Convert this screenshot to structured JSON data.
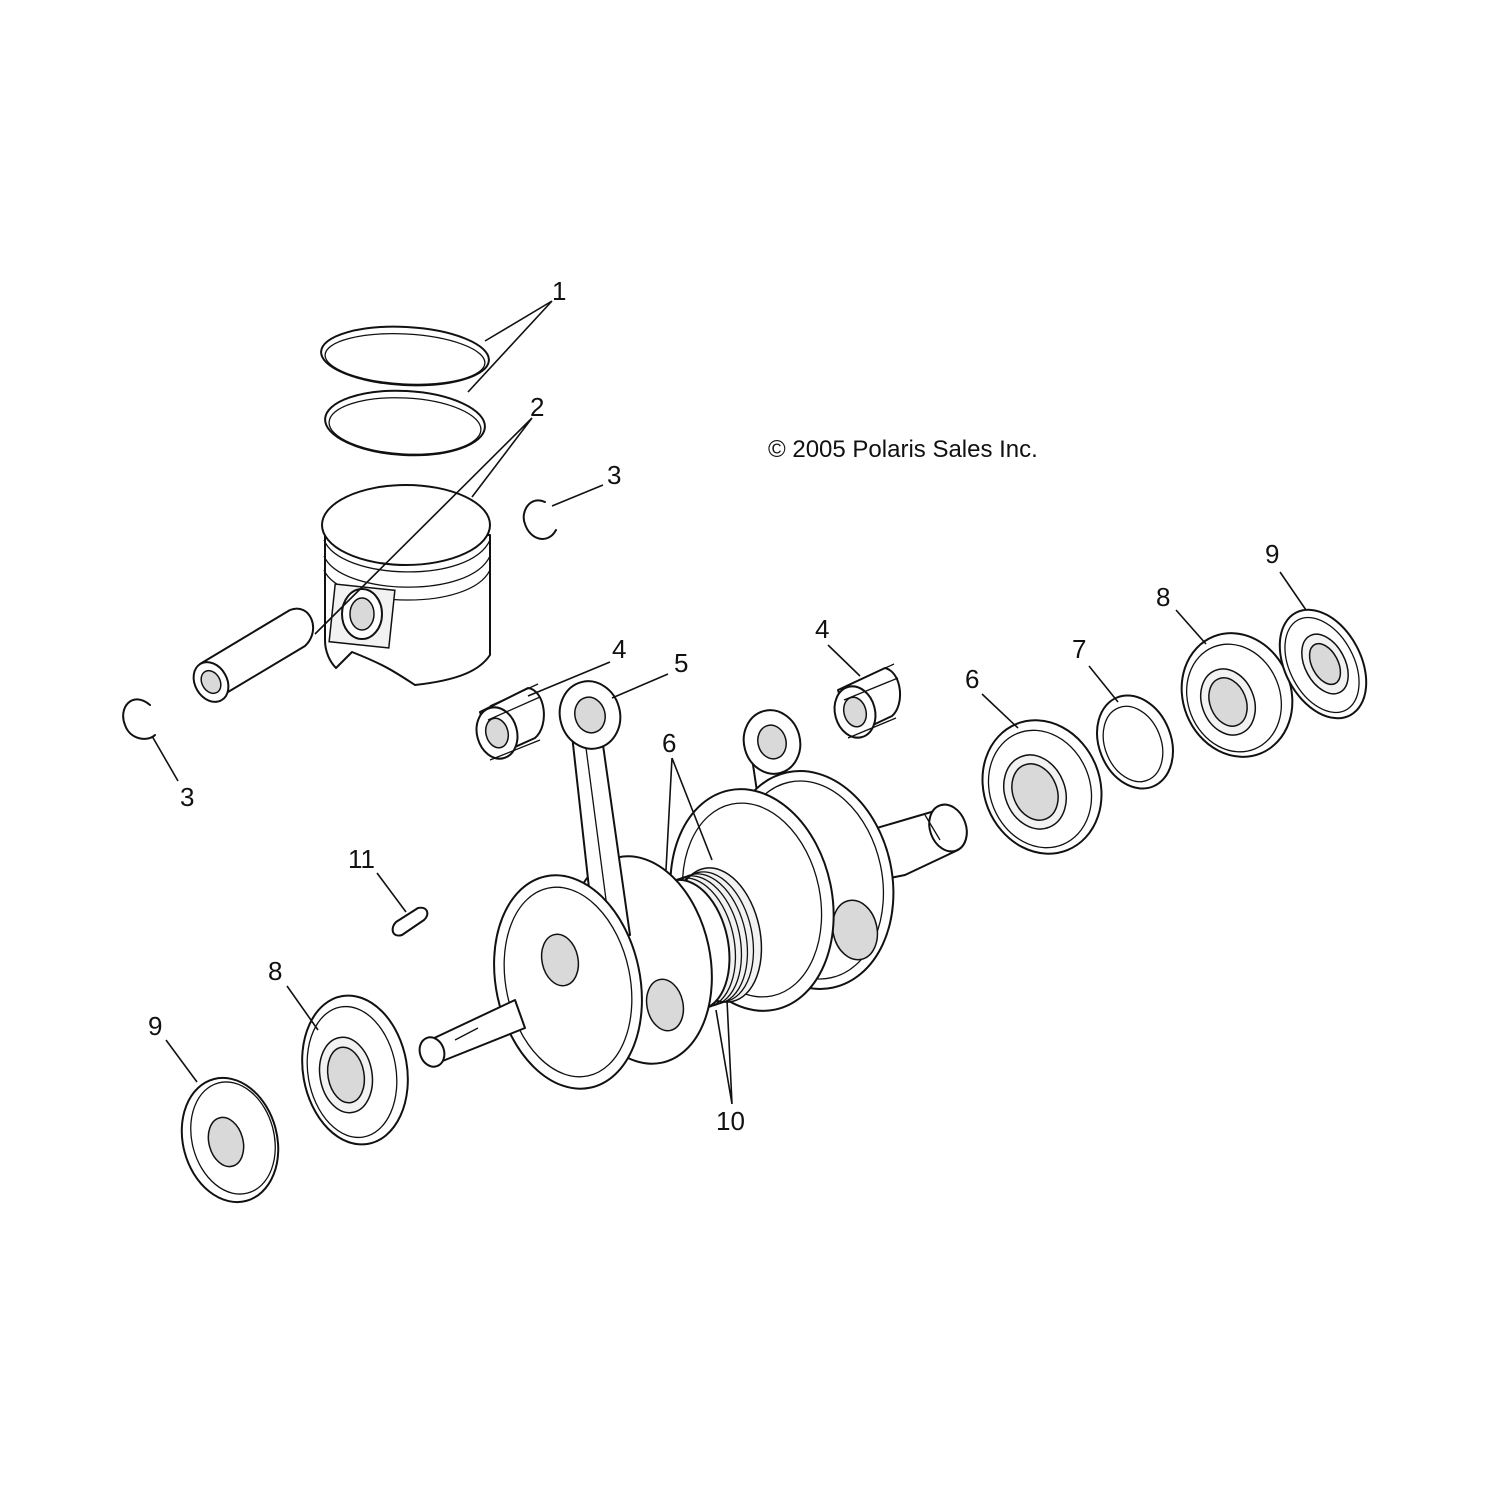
{
  "copyright": "© 2005 Polaris Sales Inc.",
  "callouts": {
    "c1": "1",
    "c2": "2",
    "c3a": "3",
    "c3b": "3",
    "c4a": "4",
    "c4b": "4",
    "c5": "5",
    "c6a": "6",
    "c6b": "6",
    "c7": "7",
    "c8a": "8",
    "c8b": "8",
    "c9a": "9",
    "c9b": "9",
    "c10": "10",
    "c11": "11"
  }
}
